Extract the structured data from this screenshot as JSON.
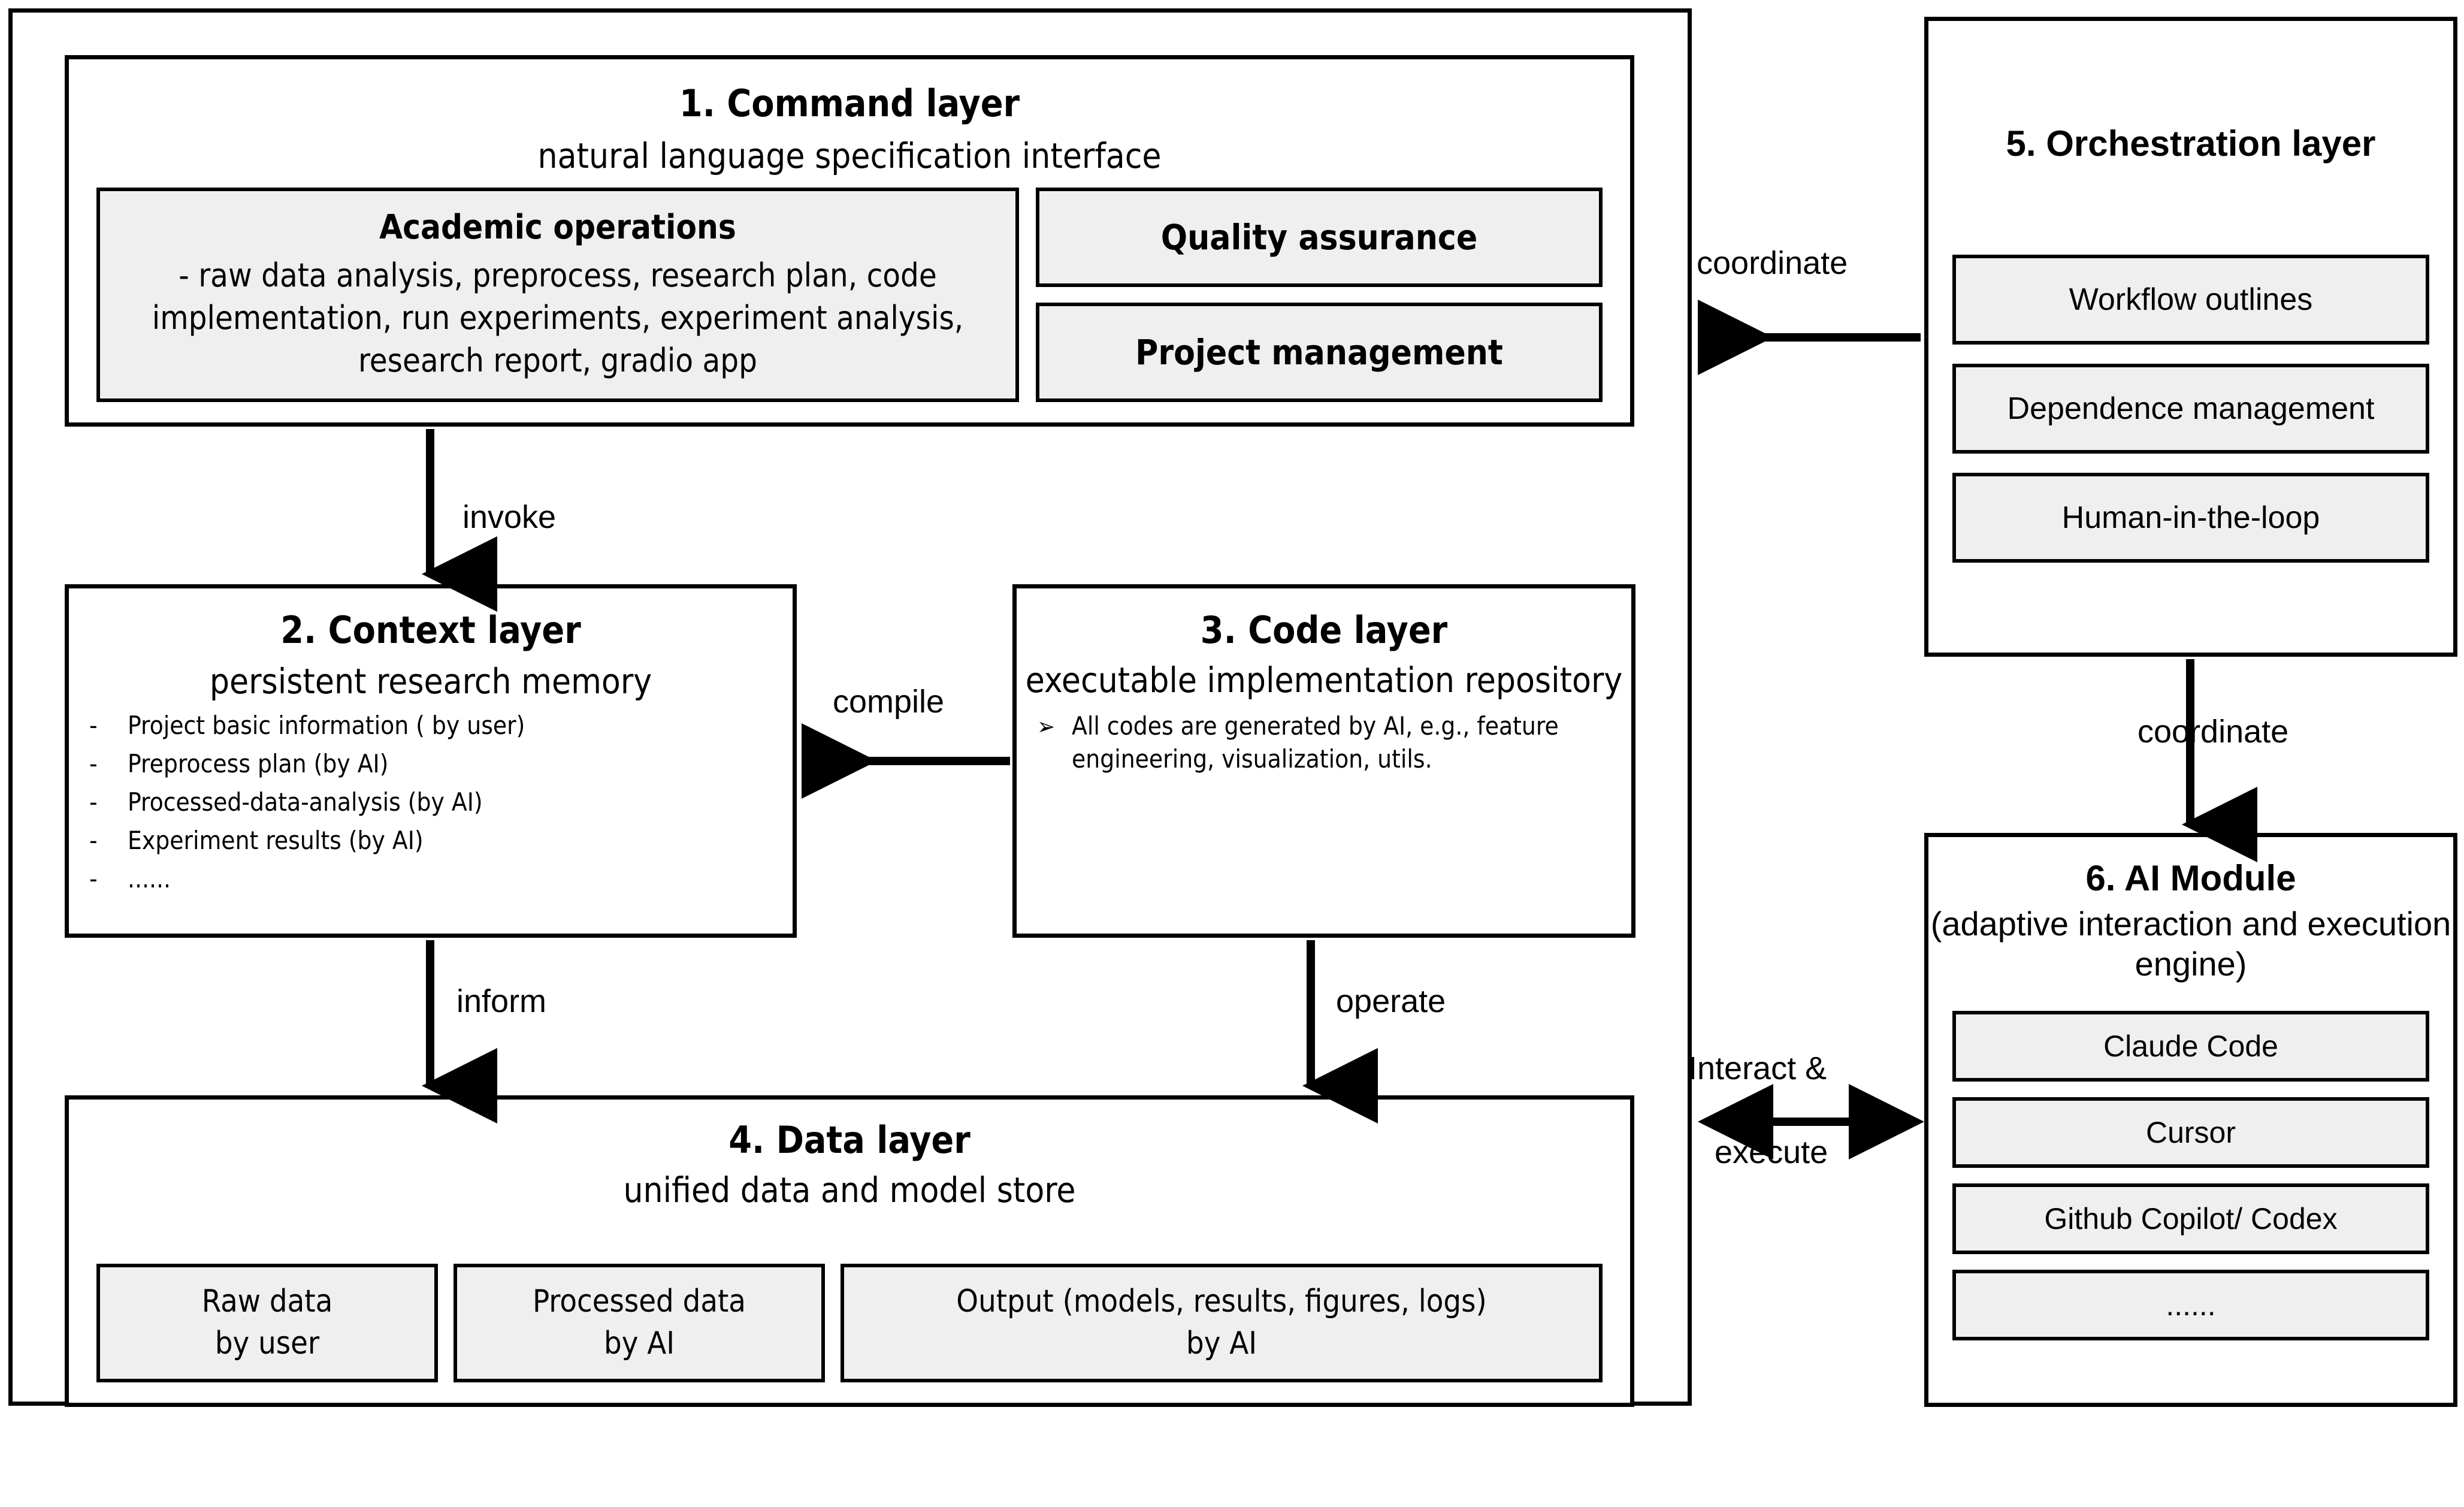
{
  "diagram": {
    "left_container_label": "core-layers-container",
    "layers": {
      "command": {
        "title": "1. Command layer",
        "subtitle": "natural language specification interface",
        "academic_operations": {
          "title": "Academic operations",
          "body": "- raw data analysis, preprocess, research plan, code implementation, run experiments, experiment analysis, research report, gradio app"
        },
        "quality_assurance": "Quality assurance",
        "project_management": "Project management"
      },
      "context": {
        "title": "2. Context layer",
        "subtitle": "persistent research memory",
        "bullet_marker": "-",
        "items": [
          "Project basic information ( by user)",
          "Preprocess plan (by AI)",
          "Processed-data-analysis (by AI)",
          "Experiment results (by AI)",
          "......"
        ]
      },
      "code": {
        "title": "3. Code layer",
        "subtitle": "executable implementation repository",
        "bullet_marker": "➢",
        "bullet_text": "All codes are generated by AI, e.g., feature engineering, visualization, utils."
      },
      "data": {
        "title": "4. Data layer",
        "subtitle": "unified data and model store",
        "stores": [
          "Raw data\nby user",
          "Processed data\nby AI",
          "Output (models, results, figures, logs)\nby AI"
        ]
      },
      "orchestration": {
        "title": "5. Orchestration layer",
        "items": [
          "Workflow outlines",
          "Dependence management",
          "Human-in-the-loop"
        ]
      },
      "ai_module": {
        "title": "6. AI Module",
        "subtitle": "(adaptive interaction and execution engine)",
        "items": [
          "Claude Code",
          "Cursor",
          "Github Copilot/ Codex",
          "......"
        ]
      }
    },
    "connectors": {
      "invoke": "invoke",
      "compile": "compile",
      "inform": "inform",
      "operate": "operate",
      "coordinate_horizontal": "coordinate",
      "coordinate_vertical": "coordinate",
      "interact_line1": "Interact &",
      "interact_line2": "execute"
    },
    "colors": {
      "stroke": "#000000",
      "sub_box_fill": "#efefef",
      "canvas": "#ffffff"
    }
  }
}
